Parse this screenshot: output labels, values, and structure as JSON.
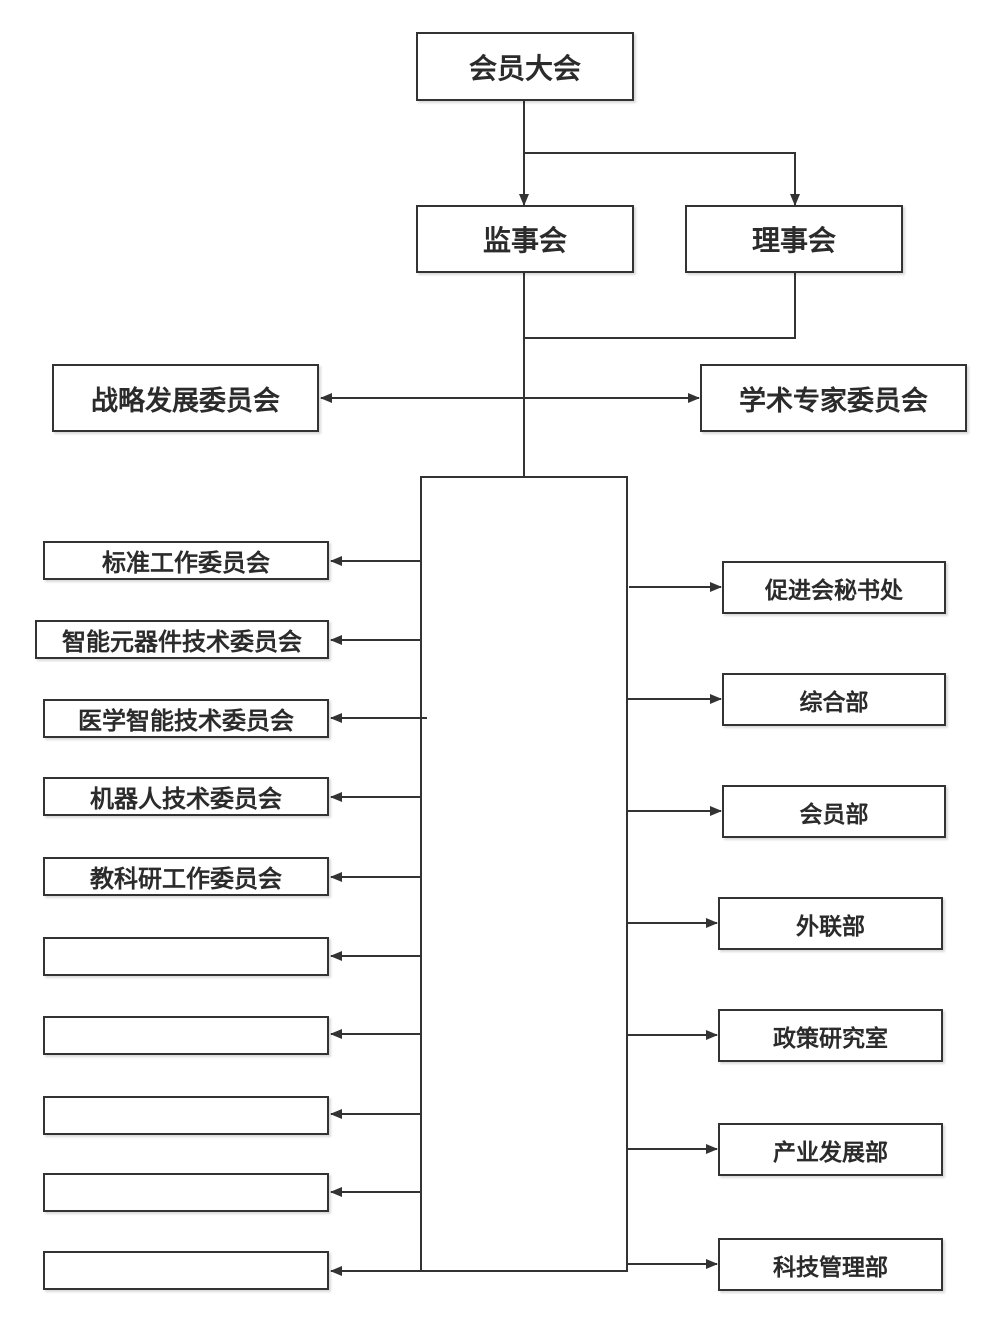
{
  "colors": {
    "line": "#333333",
    "box_border": "#333333",
    "text": "#2b2b2b"
  },
  "nodes": {
    "general_assembly": "会员大会",
    "supervisory_board": "监事会",
    "board_of_directors": "理事会",
    "strategy_committee": "战略发展委员会",
    "academic_committee": "学术专家委员会"
  },
  "committees": [
    "标准工作委员会",
    "智能元器件技术委员会",
    "医学智能技术委员会",
    "机器人技术委员会",
    "教科研工作委员会",
    "",
    "",
    "",
    "",
    ""
  ],
  "departments": [
    "促进会秘书处",
    "综合部",
    "会员部",
    "外联部",
    "政策研究室",
    "产业发展部",
    "科技管理部"
  ]
}
